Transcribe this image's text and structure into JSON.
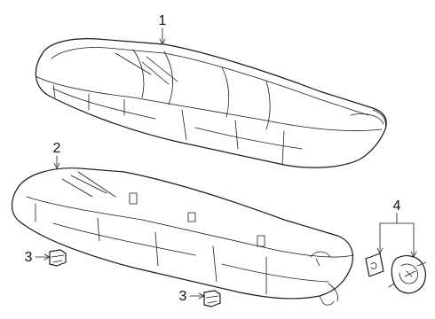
{
  "callouts": [
    {
      "label": "1"
    },
    {
      "label": "2"
    },
    {
      "label": "3"
    },
    {
      "label": "3"
    },
    {
      "label": "4"
    }
  ],
  "parts": [
    {
      "callout": "1",
      "name": "seat-back-cushion"
    },
    {
      "callout": "2",
      "name": "seat-bottom-cushion"
    },
    {
      "callout": "3",
      "name": "retainer-clip"
    },
    {
      "callout": "4",
      "name": "seat-latch-bracket"
    }
  ]
}
